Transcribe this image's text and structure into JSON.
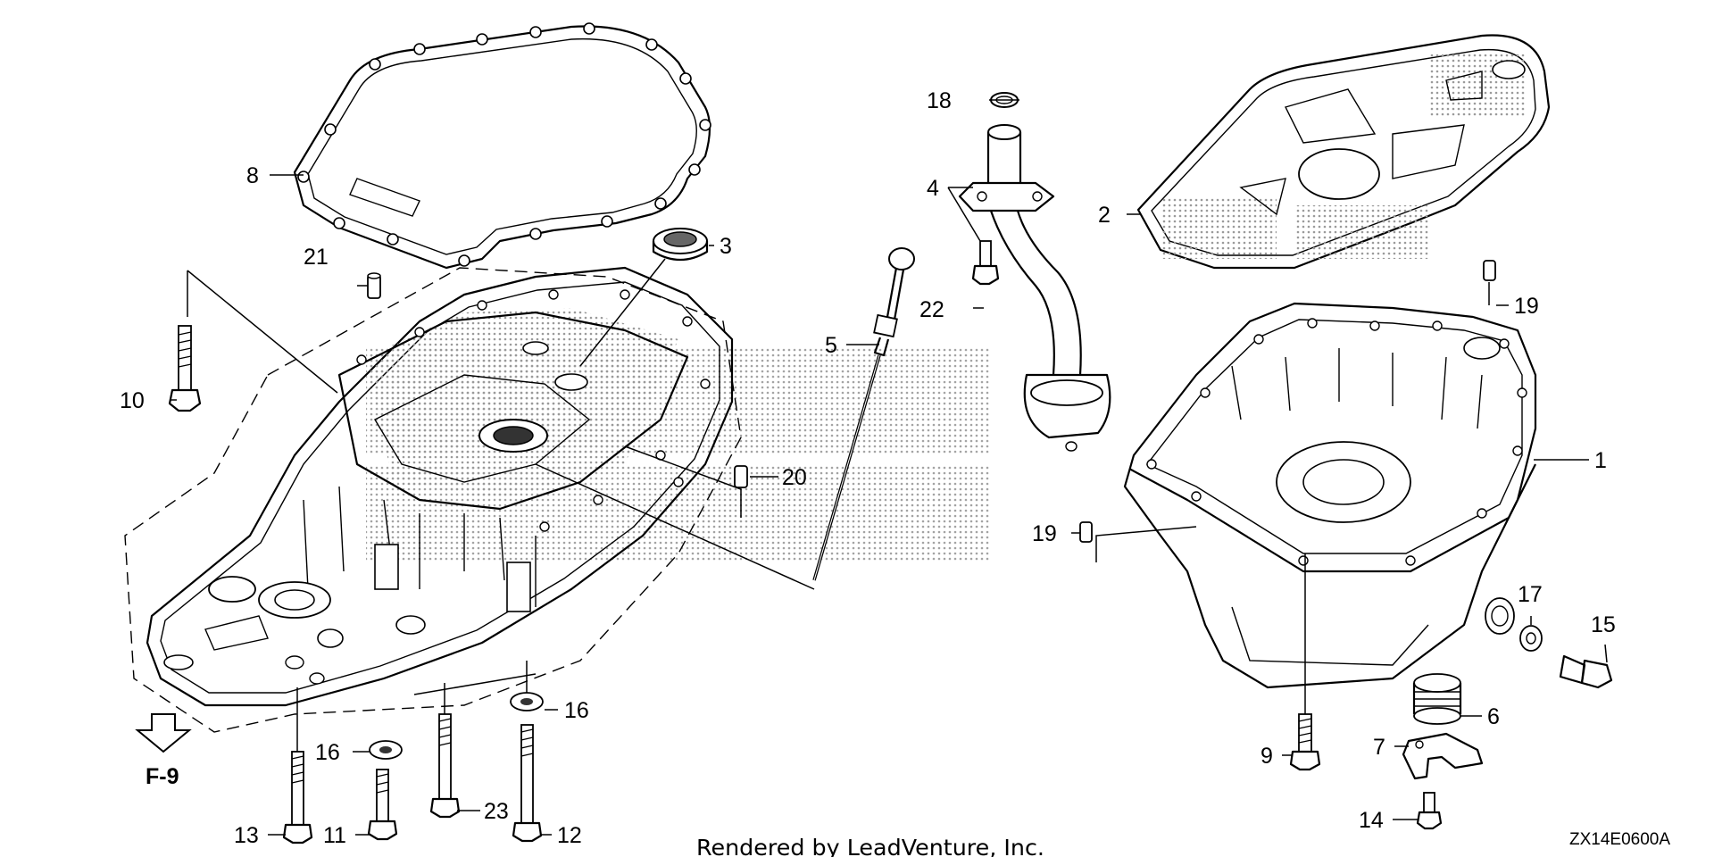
{
  "diagram": {
    "labels": {
      "l1": "1",
      "l2": "2",
      "l3": "3",
      "l4": "4",
      "l5": "5",
      "l6": "6",
      "l7": "7",
      "l8": "8",
      "l9": "9",
      "l10": "10",
      "l11": "11",
      "l12": "12",
      "l13": "13",
      "l14": "14",
      "l15": "15",
      "l16a": "16",
      "l16b": "16",
      "l17": "17",
      "l18": "18",
      "l19a": "19",
      "l19b": "19",
      "l20": "20",
      "l21": "21",
      "l22": "22",
      "l23": "23"
    },
    "ref_label": "F-9",
    "footer": "Rendered by LeadVenture, Inc.",
    "diagram_code": "ZX14E0600A"
  }
}
